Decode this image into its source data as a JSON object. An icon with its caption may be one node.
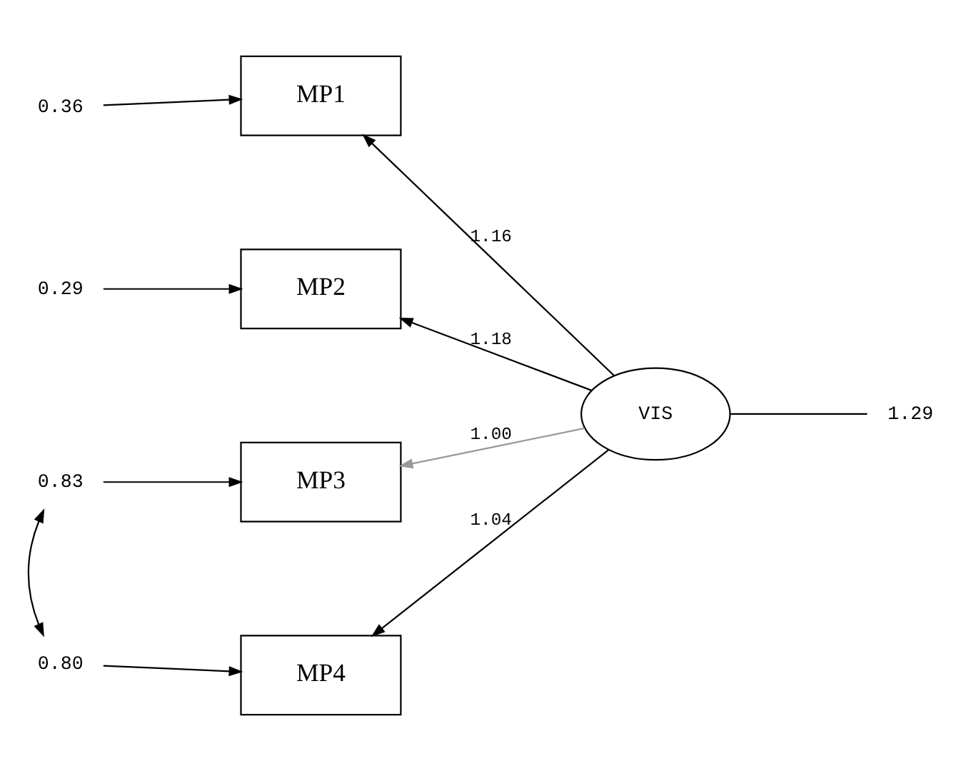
{
  "diagram": {
    "nodes": [
      {
        "text": [
          "0.36"
        ]
      },
      {
        "text": [
          "MP1"
        ]
      },
      {
        "text": [
          "0.29"
        ]
      },
      {
        "text": [
          "MP2"
        ]
      },
      {
        "text": [
          "VIS"
        ]
      },
      {
        "text": [
          "1.29"
        ]
      },
      {
        "text": [
          "0.83"
        ]
      },
      {
        "text": [
          "MP3"
        ]
      },
      {
        "text": [
          "0.80"
        ]
      },
      {
        "text": [
          "MP4"
        ]
      }
    ],
    "edges": [
      {
        "from": 0,
        "to": 1,
        "arrow": "to"
      },
      {
        "from": 4,
        "to": 1,
        "arrow": "to",
        "label": "1.16"
      },
      {
        "from": 2,
        "to": 3,
        "arrow": "to"
      },
      {
        "from": 4,
        "to": 3,
        "arrow": "to",
        "label": "1.18"
      },
      {
        "from": 5,
        "to": 4,
        "arrow": "none"
      },
      {
        "from": 6,
        "to": 7,
        "arrow": "to"
      },
      {
        "from": 4,
        "to": 7,
        "arrow": "to",
        "label": "1.00",
        "color": "#999999"
      },
      {
        "from": 6,
        "to": 8,
        "arrow": "both"
      },
      {
        "from": 8,
        "to": 9,
        "arrow": "to"
      },
      {
        "from": 4,
        "to": 9,
        "arrow": "to",
        "label": "1.04"
      }
    ]
  }
}
